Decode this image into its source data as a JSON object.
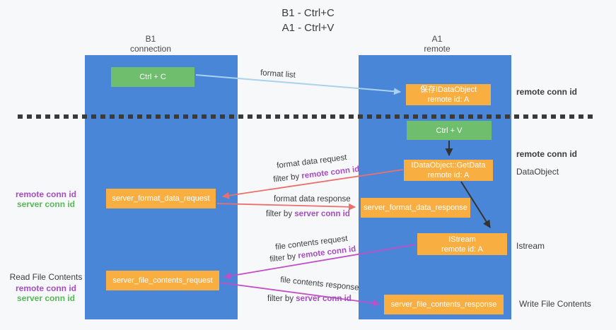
{
  "title": {
    "line1": "B1 - Ctrl+C",
    "line2": "A1 - Ctrl+V"
  },
  "lanes": {
    "left": {
      "header_line1": "B1",
      "header_line2": "connection"
    },
    "right": {
      "header_line1": "A1",
      "header_line2": "remote"
    }
  },
  "boxes": {
    "ctrl_c": "Ctrl + C",
    "ctrl_v": "Ctrl + V",
    "save_dataobject": {
      "line1": "保存IDataObject",
      "line2": "remote id: A"
    },
    "getdata": {
      "line1": "IDataObject::GetData",
      "line2": "remote id: A"
    },
    "istream": {
      "line1": "IStream",
      "line2": "remote id: A"
    },
    "server_format_data_request": "server_format_data_request",
    "server_format_data_response": "server_format_data_response",
    "server_file_contents_request": "server_file_contents_request",
    "server_file_contents_response": "server_file_contents_response"
  },
  "arrow_labels": {
    "format_list": "format list",
    "format_data_request": "format data request",
    "format_data_response": "format data response",
    "file_contents_request": "file contents request",
    "file_contents_response": "file contents response",
    "filter_by": "filter by",
    "remote_conn_id": "remote conn id",
    "server_conn_id": "server conn id"
  },
  "side_labels": {
    "left": {
      "remote_conn_id": "remote conn id",
      "server_conn_id": "server conn id",
      "read_file_contents": "Read File Contents"
    },
    "right": {
      "remote_conn_id": "remote conn id",
      "dataobject": "DataObject",
      "istream": "Istream",
      "write_file_contents": "Write File Contents"
    }
  },
  "colors": {
    "lane_blue": "#4a86d8",
    "box_green": "#6fbe6e",
    "box_orange": "#f9ae42",
    "label_purple": "#a64dc1",
    "label_green": "#57b957",
    "arrow_salmon": "#ec6f6c",
    "arrow_magenta": "#c14fc6",
    "arrow_lightblue": "#a8d2ee",
    "arrow_black": "#333333",
    "text_dark": "#3d3d3d"
  }
}
